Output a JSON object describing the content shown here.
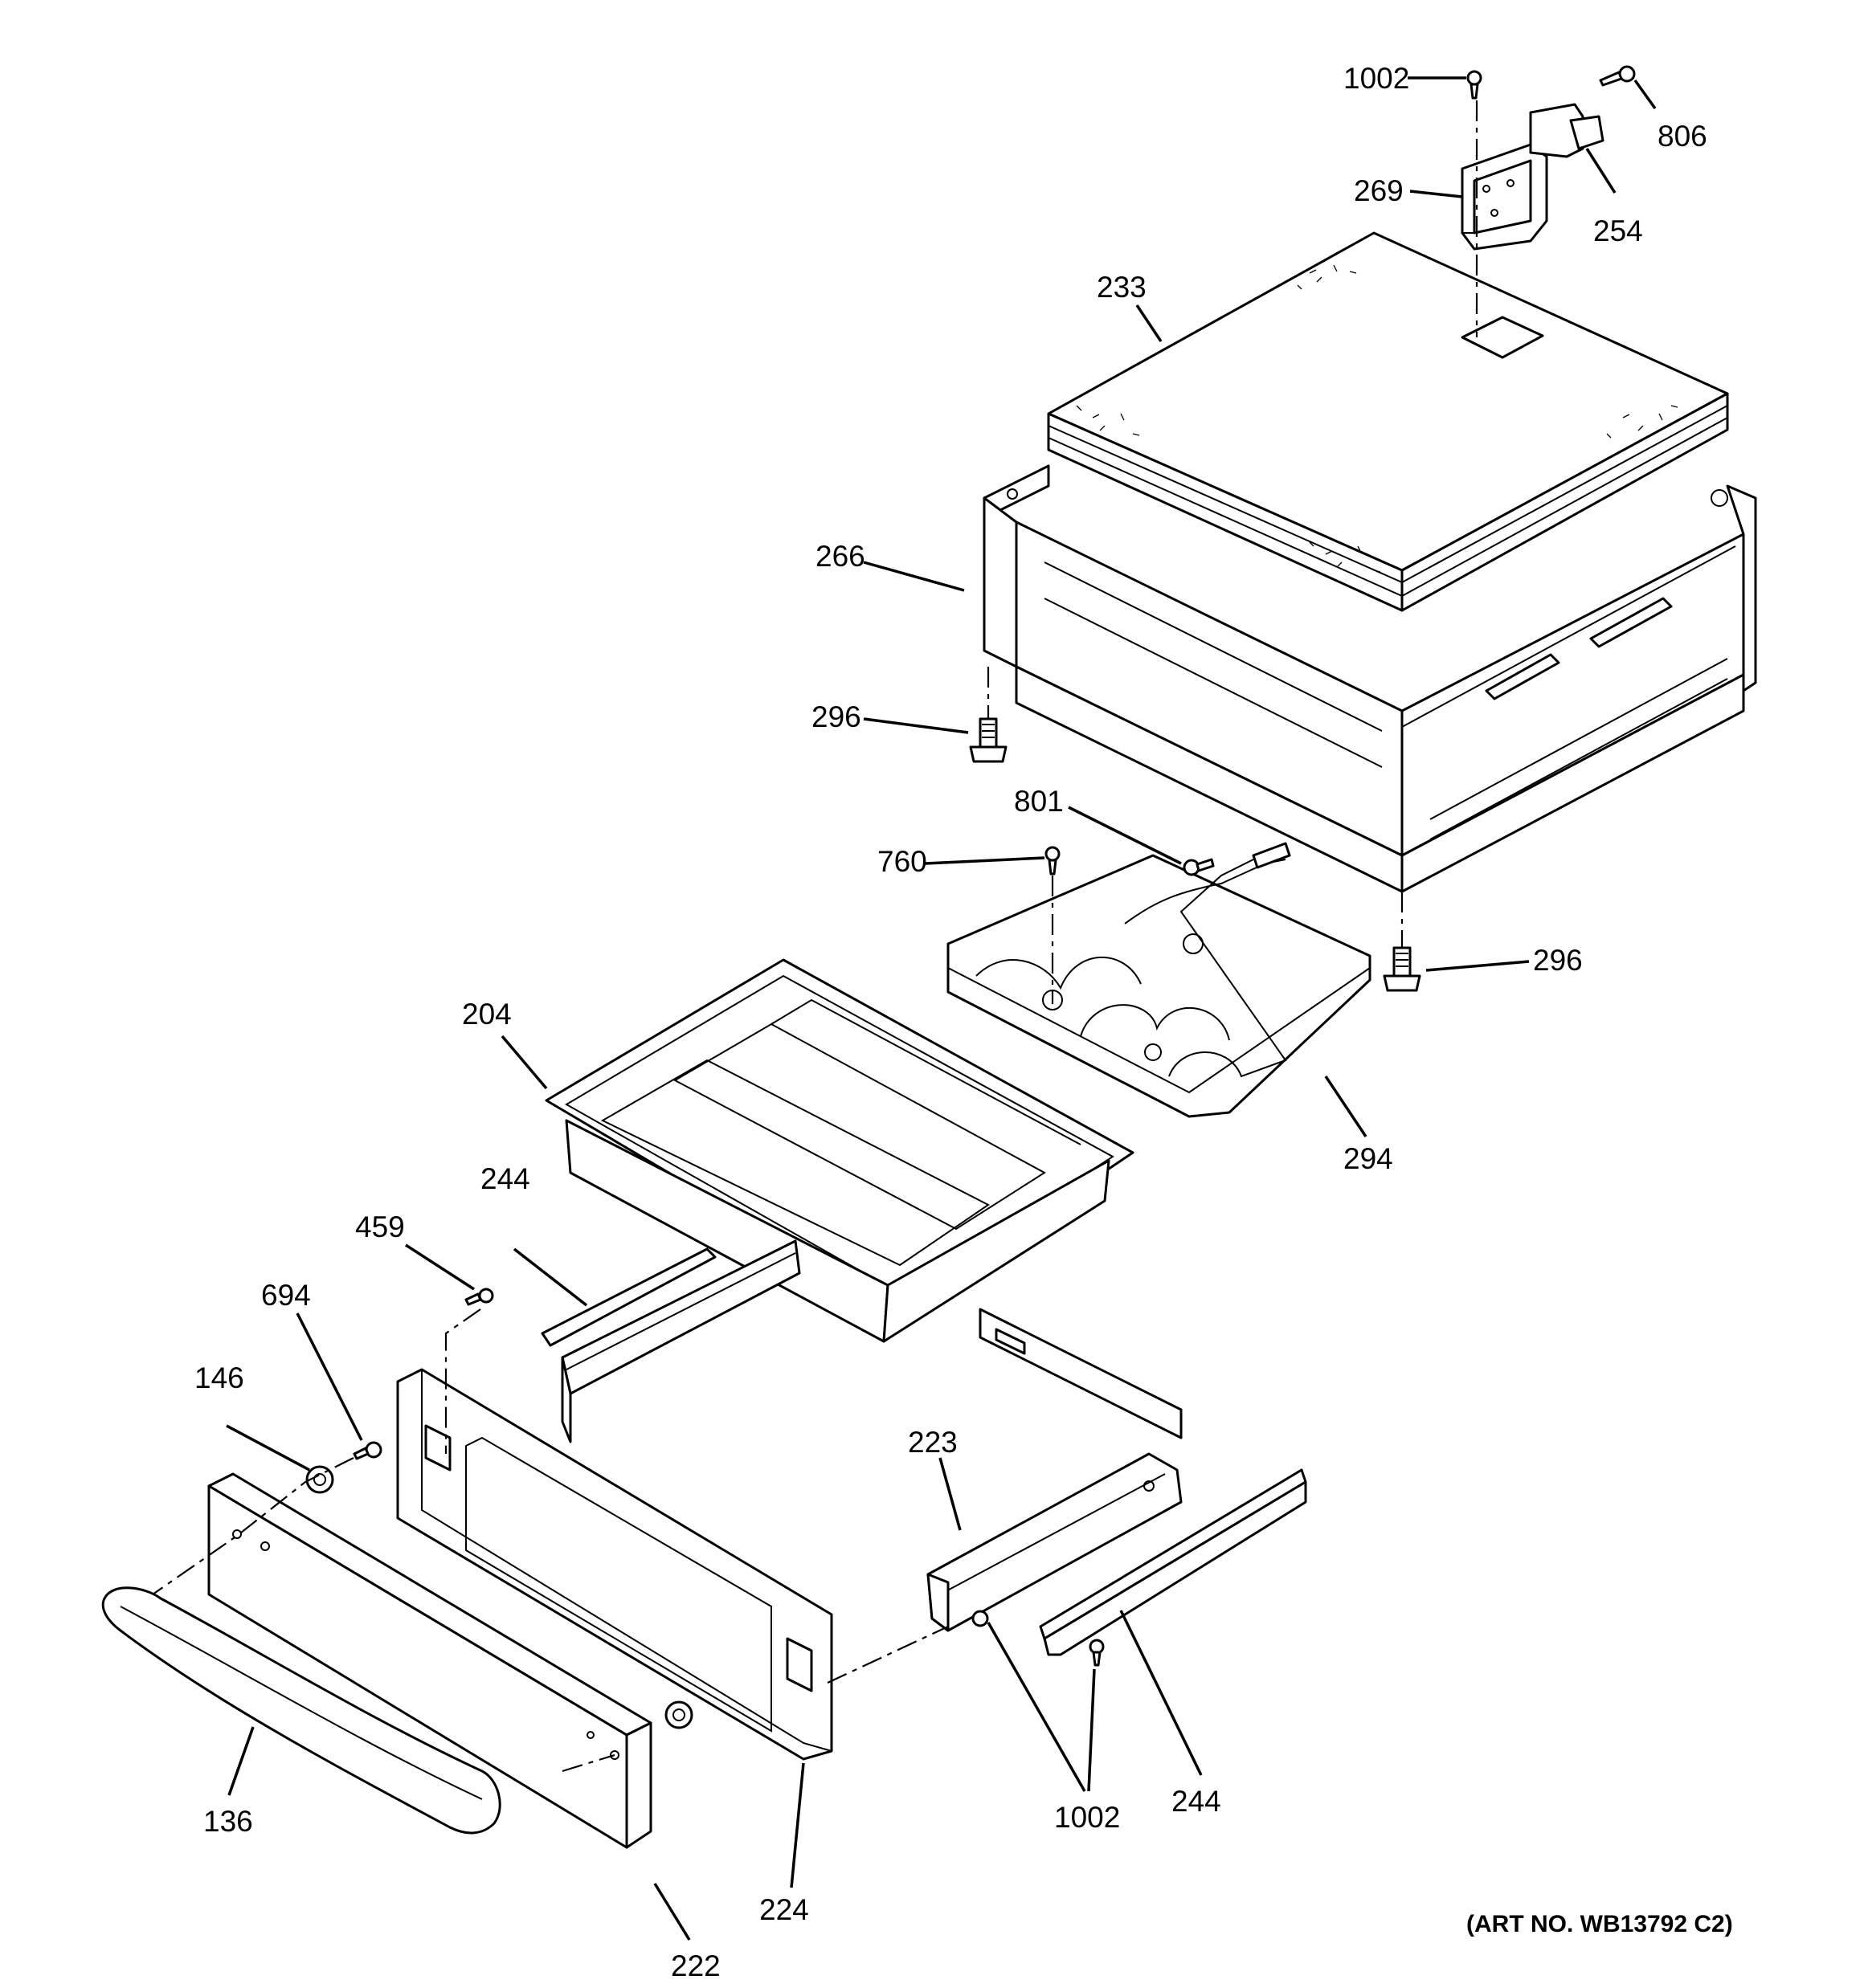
{
  "labels": {
    "p1002_top": "1002",
    "p806": "806",
    "p254": "254",
    "p269": "269",
    "p233": "233",
    "p266": "266",
    "p296_left": "296",
    "p296_right": "296",
    "p801": "801",
    "p760": "760",
    "p204": "204",
    "p294": "294",
    "p244_top": "244",
    "p459": "459",
    "p694": "694",
    "p146": "146",
    "p223": "223",
    "p136": "136",
    "p224": "224",
    "p222": "222",
    "p1002_bottom": "1002",
    "p244_bottom": "244"
  },
  "art_number": "(ART NO. WB13792 C2)"
}
